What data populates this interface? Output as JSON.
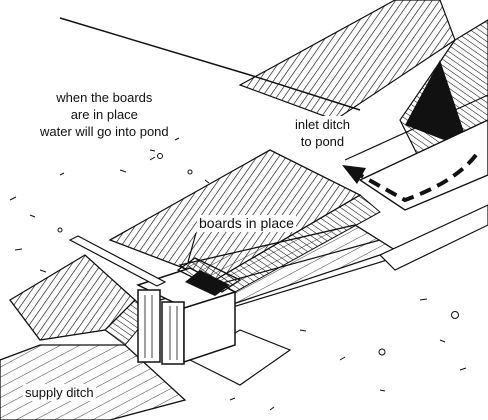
{
  "labels": {
    "boards_note": {
      "line1": "when the boards",
      "line2": "are in place",
      "line3": "water will go into pond"
    },
    "inlet_ditch": {
      "line1": "inlet ditch",
      "line2": "to pond"
    },
    "boards_in_place": "boards in place",
    "supply_ditch": "supply ditch"
  },
  "colors": {
    "ink": "#111111",
    "paper": "#ffffff"
  },
  "icons": {
    "flow_arrow": "dashed-arrow-left"
  }
}
